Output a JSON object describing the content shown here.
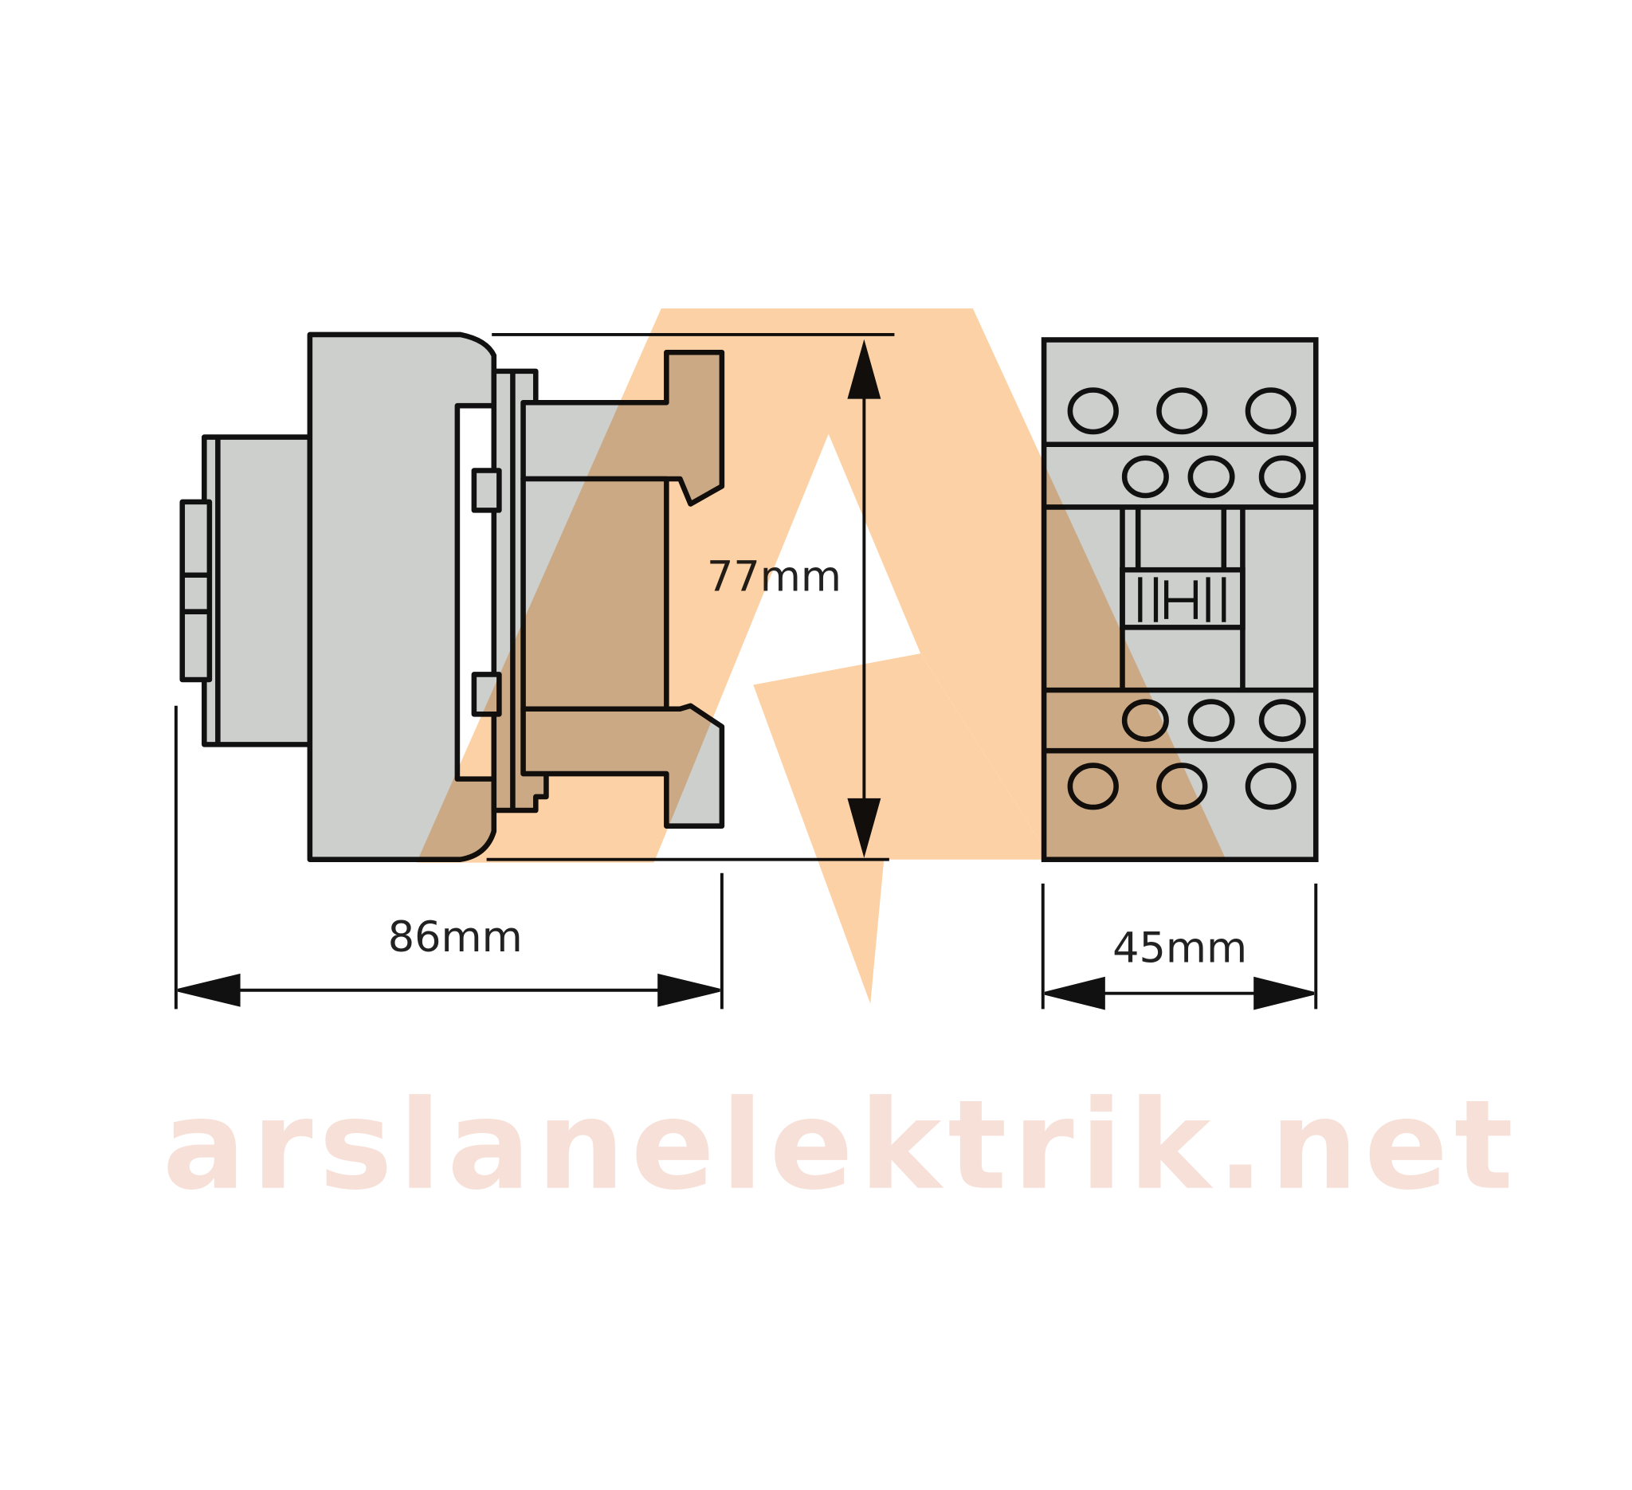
{
  "diagram": {
    "dimensions": {
      "depth_label": "86mm",
      "height_label": "77mm",
      "width_label": "45mm"
    },
    "watermark": {
      "text": "arslanelektrik.net",
      "logo_letter": "A"
    },
    "colors": {
      "body_fill": "#cdcfcd",
      "outline": "#111111",
      "watermark_orange": "#fbc88e",
      "watermark_text": "#f7e0d8"
    }
  }
}
